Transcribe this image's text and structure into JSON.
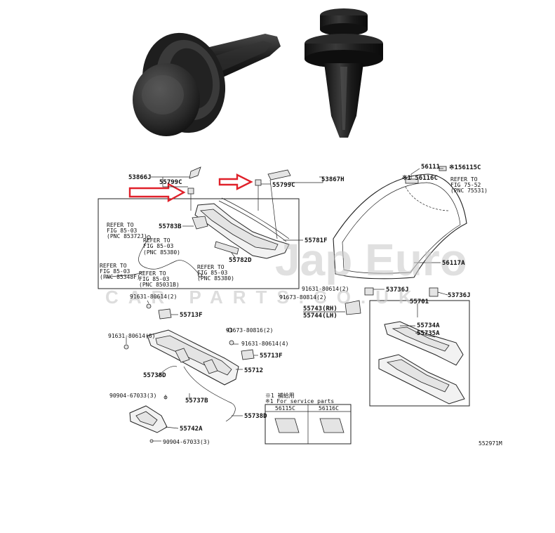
{
  "photos": {
    "left_clip": "push-clip-photo-side",
    "right_clip": "push-clip-photo-front"
  },
  "watermark": {
    "line1": "Jap Euro",
    "line2": "CAR PARTS.CO.UK",
    "color": "#c8c8c8"
  },
  "arrow_color": "#e0212a",
  "labels": {
    "p53866J": "53866J",
    "p55799C_l": "55799C",
    "p55799C_r": "55799C",
    "p53867H": "53867H",
    "p55783B": "55783B",
    "p55781F": "55781F",
    "p55782D": "55782D",
    "ref1a": "REFER TO",
    "ref1b": "FIG 85-03",
    "ref1c": "(PNC 85372J)",
    "ref2a": "REFER TO",
    "ref2b": "FIG 85-03",
    "ref2c": "(PNC 85380)",
    "ref3a": "REFER TO",
    "ref3b": "FIG 85-03",
    "ref3c": "(PNC 85348F)",
    "ref4a": "REFER TO",
    "ref4b": "FIG 85-03",
    "ref4c": "(PNC 85031B)",
    "ref5a": "REFER TO",
    "ref5b": "FIG 85-03",
    "ref5c": "(PNC 85380)",
    "p56111": "56111",
    "p56115C_top": "※156115C",
    "p56116C_top": "※1 56116C",
    "ref6a": "REFER TO",
    "ref6b": "FIG 75-52",
    "ref6c": "(PNC 75531)",
    "p56117A": "56117A",
    "p91631_top": "91631-80614(2)",
    "p91631_mid": "91631-80614(2)",
    "p91673_a": "91673-80814(2)",
    "p53736J_a": "53736J",
    "p53736J_b": "53736J",
    "p55743": "55743(RH)",
    "p55744": "55744(LH)",
    "p55701": "55701",
    "p55713F_a": "55713F",
    "p91673_b": "91673-80816(2)",
    "p91631_b": "91631-80614(6)",
    "p91631_c": "91631-80614(4)",
    "p55713F_b": "55713F",
    "p55734A": "55734A",
    "p55735A": "55735A",
    "p55712": "55712",
    "p55738D_a": "55738D",
    "p55737B": "55737B",
    "p90904_a": "90904-67033(3)",
    "p55738D_b": "55738D",
    "p55742A": "55742A",
    "p90904_b": "90904-67033(3)",
    "note1": "※1 補給用",
    "note2": "※1 For service parts",
    "tbl_col1": "56115C",
    "tbl_col2": "56116C",
    "fig_code": "552971M"
  }
}
